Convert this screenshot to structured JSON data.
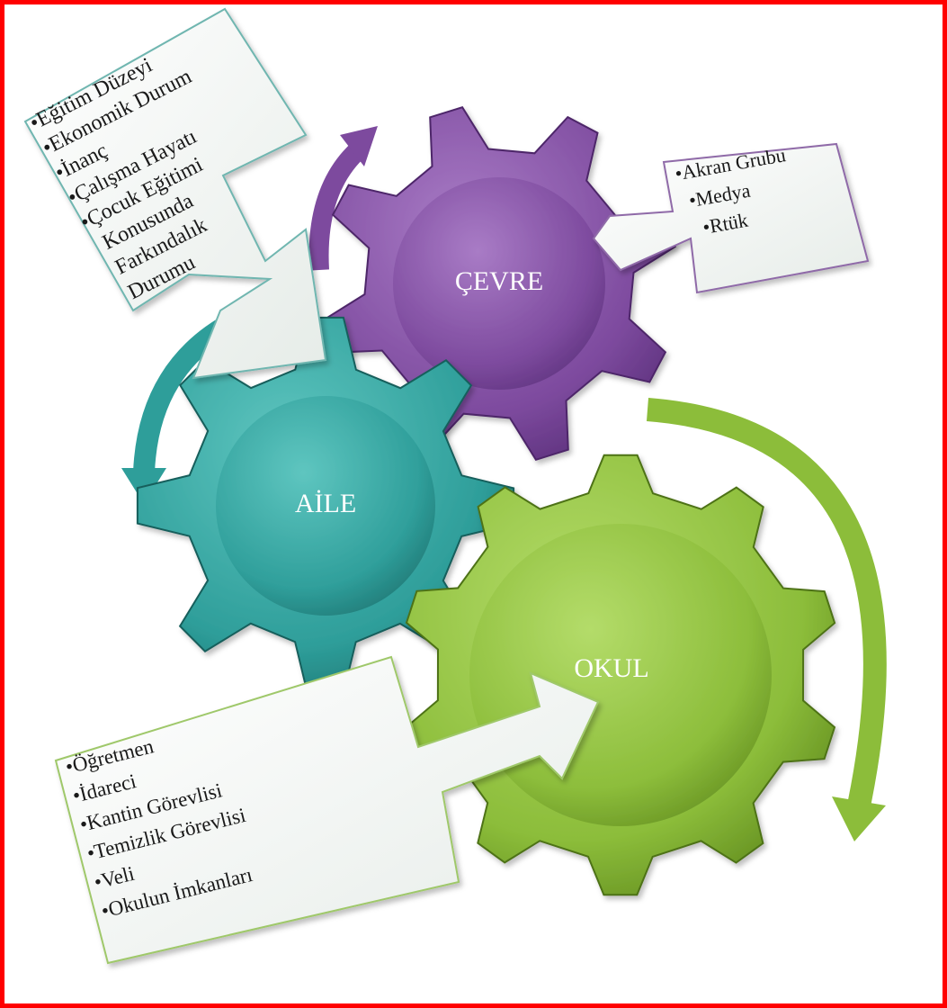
{
  "colors": {
    "frame": "#ff0000",
    "cevre": "#7d4a9e",
    "aile": "#2e9e9a",
    "okul": "#8cbd3a"
  },
  "gears": {
    "cevre": {
      "label": "ÇEVRE"
    },
    "aile": {
      "label": "AİLE"
    },
    "okul": {
      "label": "OKUL"
    }
  },
  "boxes": {
    "aile_factors": {
      "items": [
        "•Eğitim Düzeyi",
        "•Ekonomik Durum",
        "•İnanç",
        "•Çalışma Hayatı",
        "•Çocuk Eğitimi",
        "Konusunda",
        "Farkındalık",
        "Durumu"
      ]
    },
    "cevre_factors": {
      "items": [
        "•Akran Grubu",
        "•Medya",
        "•Rtük"
      ]
    },
    "okul_factors": {
      "items": [
        "•Öğretmen",
        "•İdareci",
        "•Kantin Görevlisi",
        "•Temizlik Görevlisi",
        "•Veli",
        "•Okulun İmkanları"
      ]
    }
  }
}
